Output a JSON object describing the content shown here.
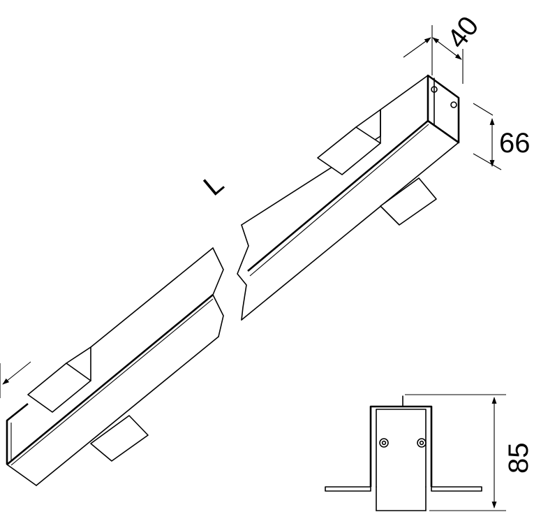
{
  "dimensions": {
    "width": "40",
    "height": "66",
    "length": "L",
    "section_height": "85"
  },
  "colors": {
    "line": "#000000",
    "background": "#ffffff"
  }
}
